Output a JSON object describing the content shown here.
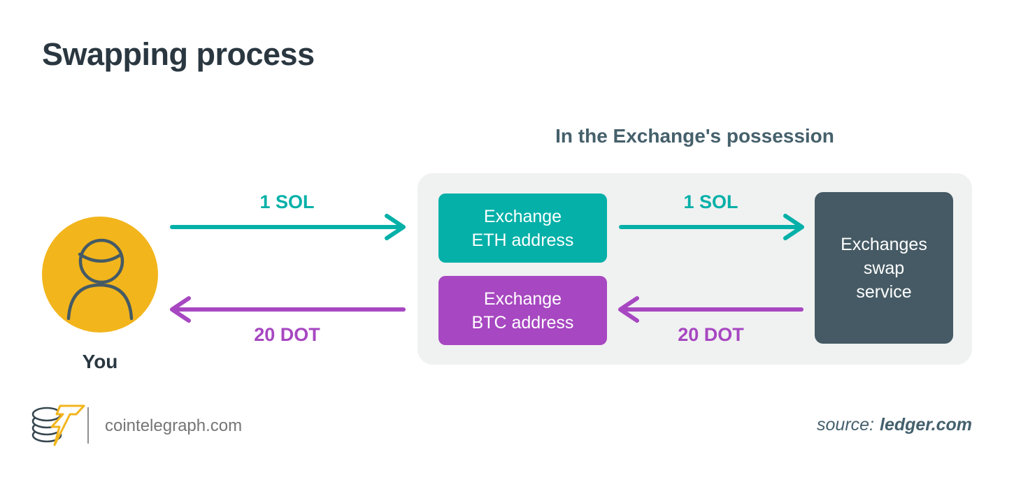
{
  "title": "Swapping process",
  "panel": {
    "heading": "In the Exchange's possession",
    "eth_box": {
      "line1": "Exchange",
      "line2": "ETH address"
    },
    "btc_box": {
      "line1": "Exchange",
      "line2": "BTC address"
    },
    "swap_box": {
      "line1": "Exchanges",
      "line2": "swap",
      "line3": "service"
    }
  },
  "actor": {
    "label": "You"
  },
  "flows": [
    {
      "id": "you-to-eth",
      "label": "1 SOL",
      "direction": "right",
      "color": "#04B0A8"
    },
    {
      "id": "eth-to-swap",
      "label": "1 SOL",
      "direction": "right",
      "color": "#04B0A8"
    },
    {
      "id": "swap-to-btc",
      "label": "20 DOT",
      "direction": "left",
      "color": "#A747C1"
    },
    {
      "id": "btc-to-you",
      "label": "20 DOT",
      "direction": "left",
      "color": "#A747C1"
    }
  ],
  "footer": {
    "site": "cointelegraph.com",
    "source_label": "source:",
    "source_value": "ledger.com"
  },
  "colors": {
    "teal": "#04B0A8",
    "purple": "#A747C1",
    "slate": "#455A64",
    "yellow": "#F2B51C",
    "panel_bg": "#F0F1F1",
    "title_text": "#2A3740",
    "heading_text": "#45606B"
  }
}
